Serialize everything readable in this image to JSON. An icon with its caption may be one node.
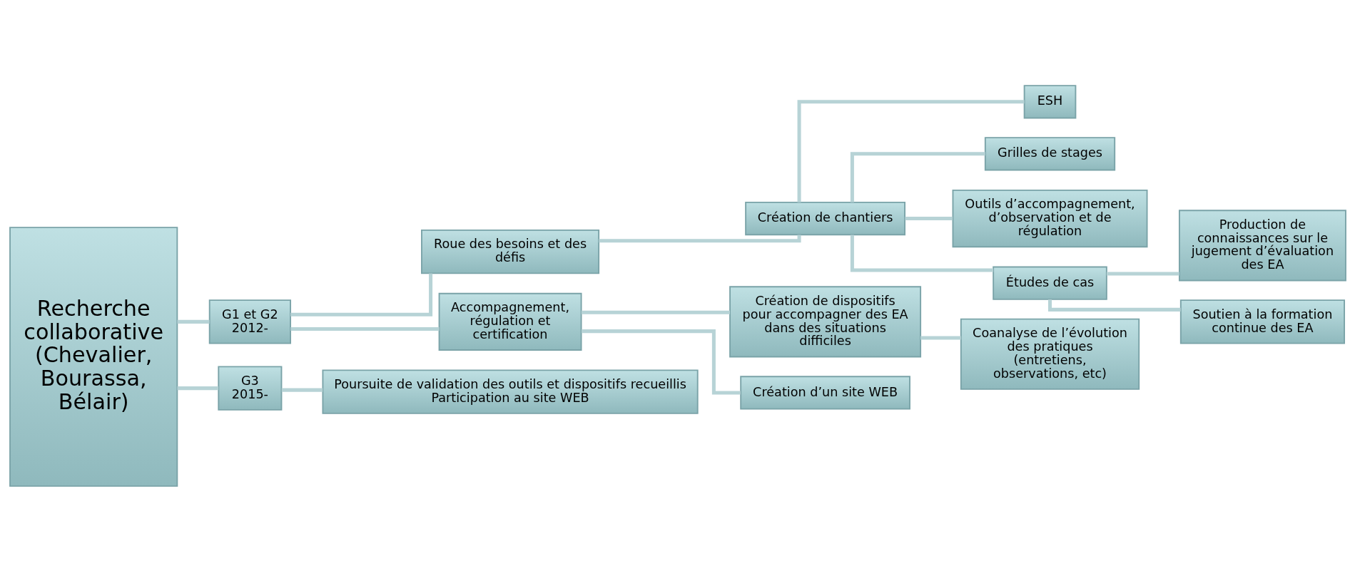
{
  "diagram": {
    "nodes": [
      {
        "text": [
          "Recherche collaborative (Chevalier, Bourassa, Bélair)"
        ]
      },
      {
        "text": [
          "G1 et G2",
          "2012-"
        ]
      },
      {
        "text": [
          "G3",
          "2015-"
        ]
      },
      {
        "text": [
          "Roue des besoins et des défis"
        ]
      },
      {
        "text": [
          "Accompagnement, régulation et certification"
        ]
      },
      {
        "text": [
          "Création de chantiers"
        ]
      },
      {
        "text": [
          "ESH"
        ]
      },
      {
        "text": [
          "Grilles de stages"
        ]
      },
      {
        "text": [
          "Outils d’accompagnement, d’observation et de régulation"
        ]
      },
      {
        "text": [
          "Études de cas"
        ]
      },
      {
        "text": [
          "Production de connaissances sur le jugement d’évaluation des EA"
        ]
      },
      {
        "text": [
          "Soutien à la formation continue des EA"
        ]
      },
      {
        "text": [
          "Création de dispositifs pour accompagner des EA dans des situations difficiles"
        ]
      },
      {
        "text": [
          "Coanalyse de l’évolution des pratiques (entretiens, observations, etc)"
        ]
      },
      {
        "text": [
          "Création d’un site WEB"
        ]
      },
      {
        "text": [
          "Poursuite de validation des outils et dispositifs recueillis",
          "Participation au site WEB"
        ]
      }
    ],
    "edges": [
      {
        "from": 0,
        "to": 1,
        "arrow": "none"
      },
      {
        "from": 0,
        "to": 2,
        "arrow": "none"
      },
      {
        "from": 1,
        "to": 3,
        "arrow": "none"
      },
      {
        "from": 1,
        "to": 4,
        "arrow": "none"
      },
      {
        "from": 3,
        "to": 5,
        "arrow": "none"
      },
      {
        "from": 5,
        "to": 6,
        "arrow": "none"
      },
      {
        "from": 5,
        "to": 7,
        "arrow": "none"
      },
      {
        "from": 5,
        "to": 8,
        "arrow": "none"
      },
      {
        "from": 5,
        "to": 9,
        "arrow": "none"
      },
      {
        "from": 9,
        "to": 10,
        "arrow": "none"
      },
      {
        "from": 9,
        "to": 11,
        "arrow": "none"
      },
      {
        "from": 4,
        "to": 12,
        "arrow": "none"
      },
      {
        "from": 4,
        "to": 14,
        "arrow": "none"
      },
      {
        "from": 12,
        "to": 13,
        "arrow": "none"
      },
      {
        "from": 2,
        "to": 15,
        "arrow": "none"
      }
    ]
  }
}
